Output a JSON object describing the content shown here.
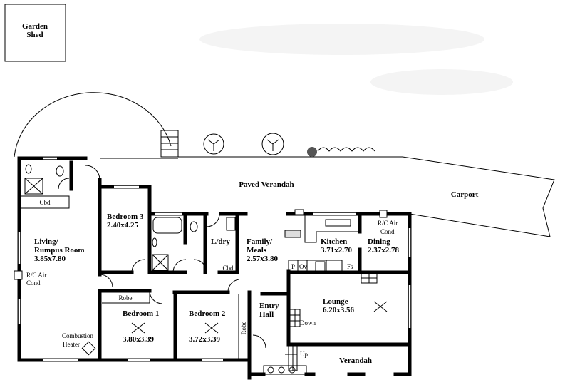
{
  "title": "Floor Plan",
  "outbuildings": {
    "garden_shed": [
      "Garden",
      "Shed"
    ],
    "paved_verandah": "Paved Verandah",
    "carport": "Carport"
  },
  "rooms": {
    "living": {
      "name": [
        "Living/",
        "Rumpus Room"
      ],
      "size": "3.85x7.80"
    },
    "bedroom3": {
      "name": "Bedroom 3",
      "size": "2.40x4.25"
    },
    "laundry": {
      "name": "L/dry"
    },
    "family": {
      "name": [
        "Family/",
        "Meals"
      ],
      "size": "2.57x3.80"
    },
    "kitchen": {
      "name": "Kitchen",
      "size": "3.71x2.70"
    },
    "dining": {
      "name": "Dining",
      "size": "2.37x2.78"
    },
    "lounge": {
      "name": "Lounge",
      "size": "6.20x3.56"
    },
    "bedroom1": {
      "name": "Bedroom 1",
      "size": "3.80x3.39"
    },
    "bedroom2": {
      "name": "Bedroom 2",
      "size": "3.72x3.39"
    },
    "entry": {
      "name": [
        "Entry",
        "Hall"
      ]
    },
    "verandah": {
      "name": "Verandah"
    }
  },
  "fixtures": {
    "cbd": "Cbd",
    "robe": "Robe",
    "rc_air_cond": [
      "R/C Air",
      "Cond"
    ],
    "combustion_heater": [
      "Combustion",
      "Heater"
    ],
    "pantry": "P",
    "oven": "Ov",
    "fridge_space": "Fs",
    "stairs_down": "Down",
    "stairs_up": "Up"
  }
}
